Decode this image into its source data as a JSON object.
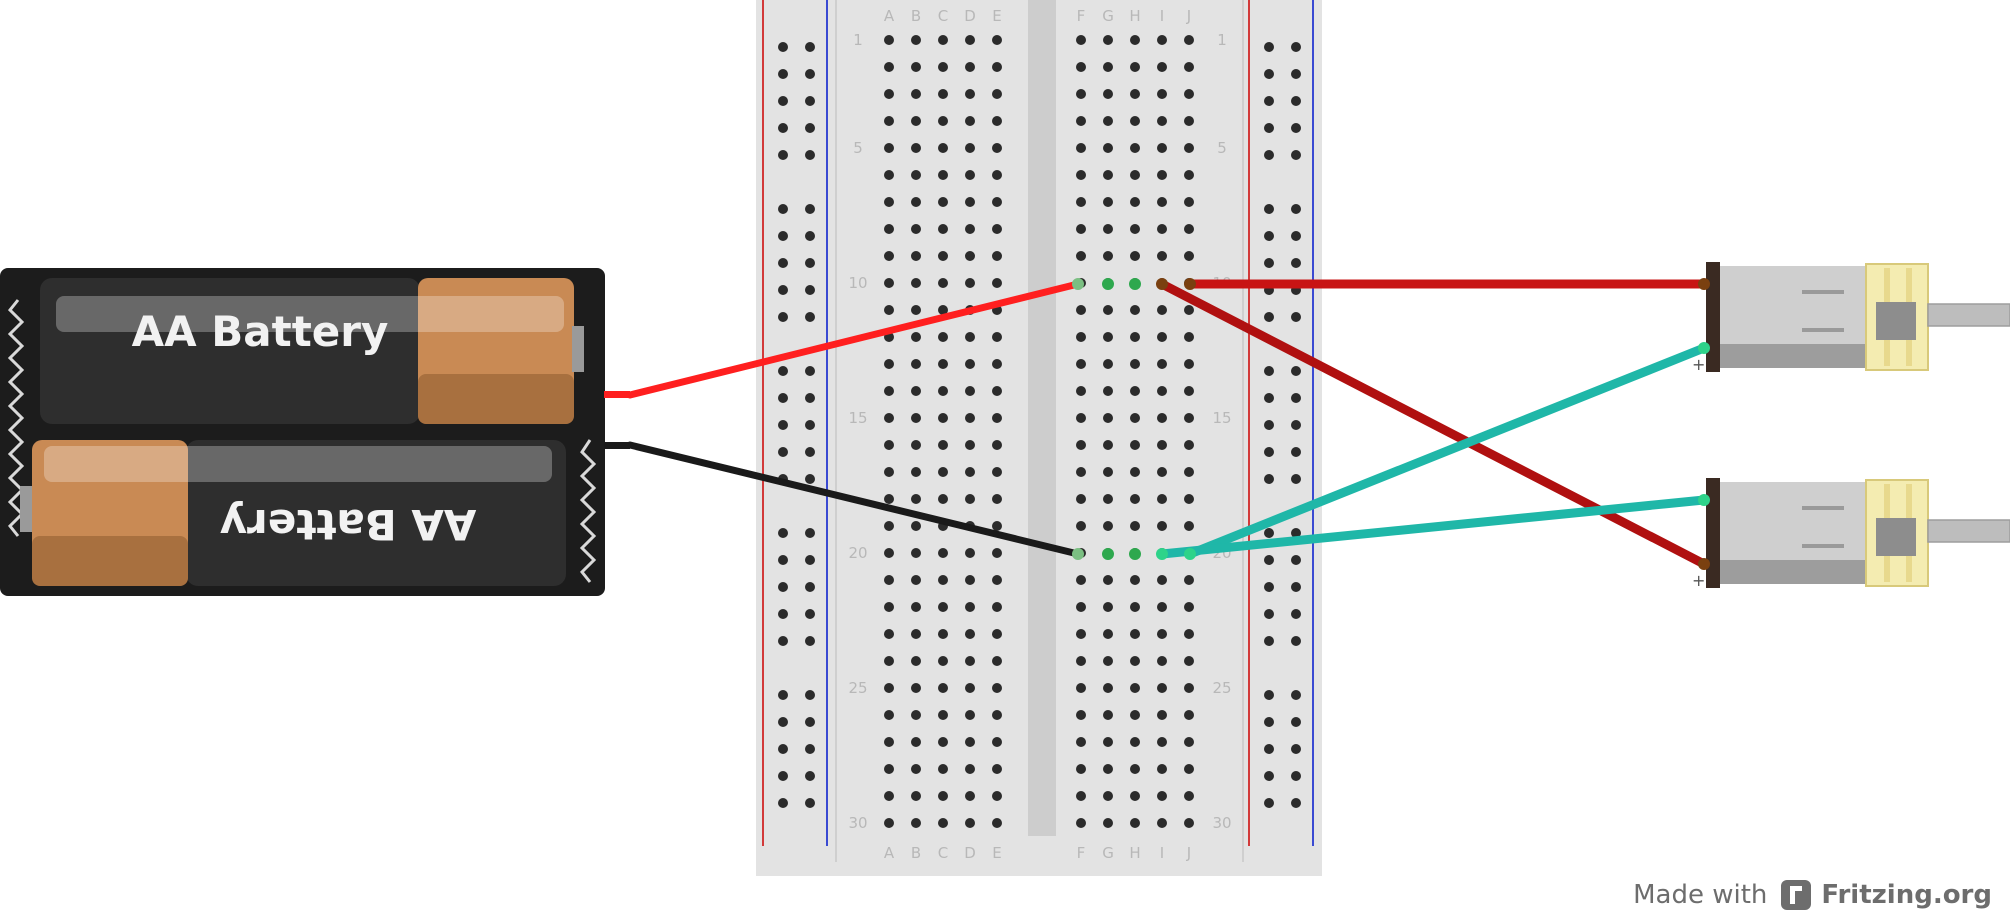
{
  "breadboard": {
    "column_letters": [
      "A",
      "B",
      "C",
      "D",
      "E",
      "F",
      "G",
      "H",
      "I",
      "J"
    ],
    "row_labels": [
      "1",
      "5",
      "10",
      "15",
      "20",
      "25",
      "30"
    ]
  },
  "battery_pack": {
    "top_label": "AA Battery",
    "bottom_label": "AA Battery"
  },
  "motors": [
    {
      "plus_marker": "+"
    },
    {
      "plus_marker": "+"
    }
  ],
  "wires": [
    {
      "name": "battery-positive-wire",
      "color": "#ff1f1f"
    },
    {
      "name": "battery-negative-wire",
      "color": "#1a1a1a"
    },
    {
      "name": "motor1-red-wire",
      "color": "#c81414"
    },
    {
      "name": "motor2-red-wire",
      "color": "#b01010"
    },
    {
      "name": "motor1-blue-wire",
      "color": "#1fb7a8"
    },
    {
      "name": "motor2-blue-wire",
      "color": "#1fb7a8"
    }
  ],
  "credit": {
    "made_with": "Made with",
    "brand": "Fritzing.org"
  }
}
